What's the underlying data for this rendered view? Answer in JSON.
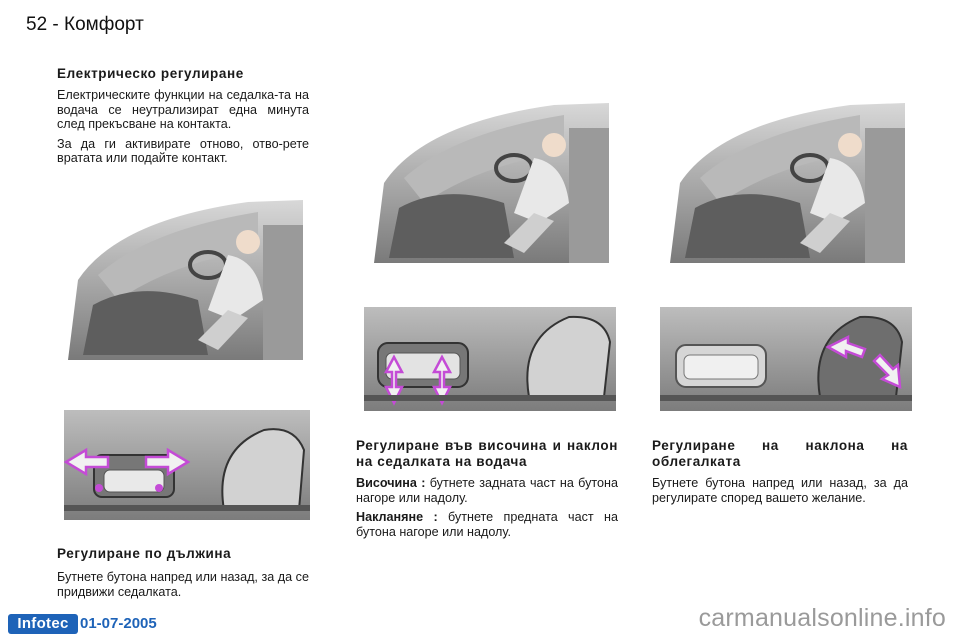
{
  "header": {
    "page_number": "52",
    "separator": "-",
    "section": "Комфорт"
  },
  "intro": {
    "heading": "Електрическо регулиране",
    "p1": "Електрическите функции на седалка-та на водача се неутрализират една минута след прекъсване на контакта.",
    "p2": "За да ги активирате отново, отво-рете вратата или подайте контакт."
  },
  "length": {
    "heading": "Регулиране по дължина",
    "body": "Бутнете бутона напред или назад, за да се придвижи седалката."
  },
  "height_tilt": {
    "heading": "Регулиране във височина и наклон на седалката на водача",
    "height_term": "Височина :",
    "height_body": " бутнете задната част на бутона нагоре или надолу.",
    "tilt_term": "Накланяне :",
    "tilt_body": " бутнете предната част на бутона нагоре или надолу."
  },
  "backrest": {
    "heading": "Регулиране на наклона на облегалката",
    "body": "Бутнете бутона напред или назад, за да регулирате според вашето желание."
  },
  "footer": {
    "logo": "Infotec",
    "date": "01-07-2005",
    "watermark": "carmanualsonline.info"
  },
  "colors": {
    "accent_purple": "#c44bd6",
    "footer_blue": "#1e63b8",
    "photo_grey": "#8e8e8e"
  }
}
